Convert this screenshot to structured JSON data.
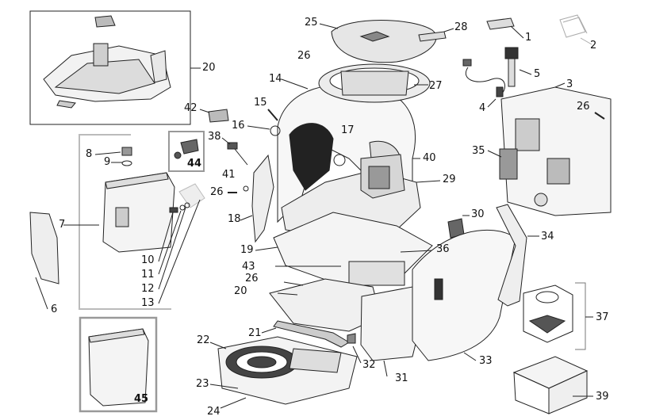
{
  "diagram": {
    "callouts": [
      {
        "id": "c1",
        "text": "1"
      },
      {
        "id": "c2",
        "text": "2"
      },
      {
        "id": "c3",
        "text": "3"
      },
      {
        "id": "c4",
        "text": "4"
      },
      {
        "id": "c5",
        "text": "5"
      },
      {
        "id": "c6",
        "text": "6"
      },
      {
        "id": "c7",
        "text": "7"
      },
      {
        "id": "c8",
        "text": "8"
      },
      {
        "id": "c9",
        "text": "9"
      },
      {
        "id": "c10",
        "text": "10"
      },
      {
        "id": "c11",
        "text": "11"
      },
      {
        "id": "c12",
        "text": "12"
      },
      {
        "id": "c13",
        "text": "13"
      },
      {
        "id": "c14",
        "text": "14"
      },
      {
        "id": "c15",
        "text": "15"
      },
      {
        "id": "c16",
        "text": "16"
      },
      {
        "id": "c17",
        "text": "17"
      },
      {
        "id": "c18",
        "text": "18"
      },
      {
        "id": "c19",
        "text": "19"
      },
      {
        "id": "c20a",
        "text": "20"
      },
      {
        "id": "c20b",
        "text": "20"
      },
      {
        "id": "c21",
        "text": "21"
      },
      {
        "id": "c22",
        "text": "22"
      },
      {
        "id": "c23",
        "text": "23"
      },
      {
        "id": "c24",
        "text": "24"
      },
      {
        "id": "c25",
        "text": "25"
      },
      {
        "id": "c26a",
        "text": "26"
      },
      {
        "id": "c26b",
        "text": "26"
      },
      {
        "id": "c26c",
        "text": "26"
      },
      {
        "id": "c26d",
        "text": "26"
      },
      {
        "id": "c27",
        "text": "27"
      },
      {
        "id": "c28",
        "text": "28"
      },
      {
        "id": "c29",
        "text": "29"
      },
      {
        "id": "c30",
        "text": "30"
      },
      {
        "id": "c31",
        "text": "31"
      },
      {
        "id": "c32",
        "text": "32"
      },
      {
        "id": "c33",
        "text": "33"
      },
      {
        "id": "c34",
        "text": "34"
      },
      {
        "id": "c35",
        "text": "35"
      },
      {
        "id": "c36",
        "text": "36"
      },
      {
        "id": "c37",
        "text": "37"
      },
      {
        "id": "c38",
        "text": "38"
      },
      {
        "id": "c39",
        "text": "39"
      },
      {
        "id": "c40",
        "text": "40"
      },
      {
        "id": "c41",
        "text": "41"
      },
      {
        "id": "c42",
        "text": "42"
      },
      {
        "id": "c43",
        "text": "43"
      },
      {
        "id": "c44",
        "text": "44"
      },
      {
        "id": "c45",
        "text": "45"
      }
    ]
  }
}
